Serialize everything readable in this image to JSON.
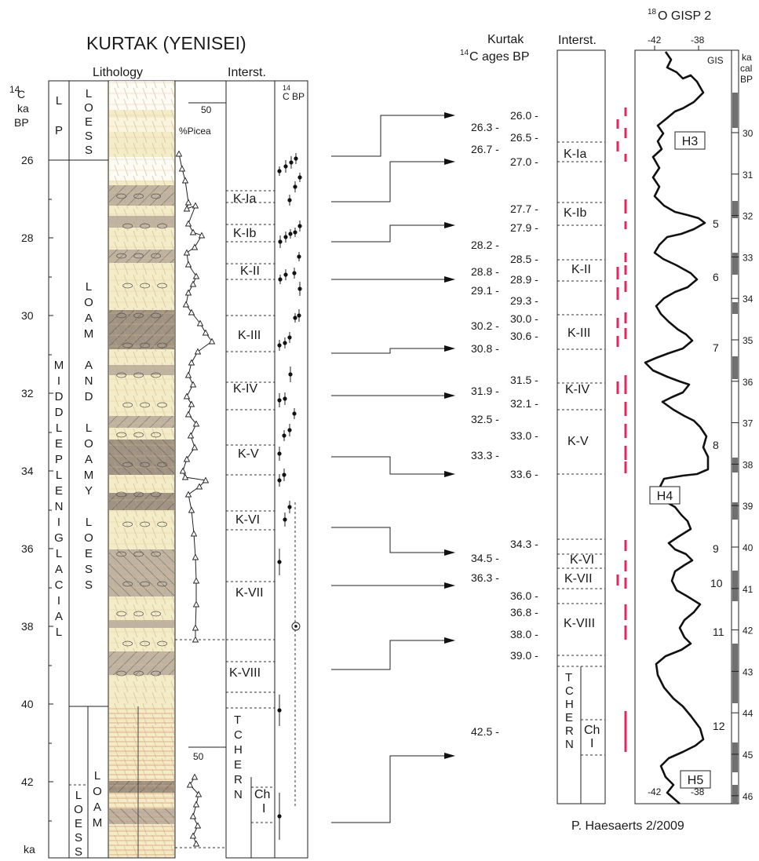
{
  "title": "KURTAK (YENISEI)",
  "headers": {
    "lithology": "Lithology",
    "interst_left": "Interst.",
    "c14_top": "14",
    "c14_bottom": "C BP",
    "axis_sup": "14",
    "axis_unit_1": "C",
    "axis_unit_2": "ka",
    "axis_unit_3": "BP",
    "axis_bottom": "ka",
    "picea_tick": "50",
    "picea_label": "%Picea",
    "picea_tick2": "50",
    "kurtak_title_1": "Kurtak",
    "kurtak_title_sup": "14",
    "kurtak_title_2": "C ages BP",
    "interst_right": "Interst.",
    "gisp_sup": "18",
    "gisp_title": "O GISP 2",
    "gis": "GIS",
    "kacal_1": "ka",
    "kacal_2": "cal",
    "kacal_3": "BP",
    "gisp_tick_left": "-42",
    "gisp_tick_right": "-38",
    "credit": "P. Haesaerts 2/2009"
  },
  "left_axis_ticks": [
    "26",
    "28",
    "30",
    "32",
    "34",
    "36",
    "38",
    "40",
    "42"
  ],
  "stratigraphy": {
    "lp": [
      "L",
      "P"
    ],
    "loess_top": [
      "L",
      "O",
      "E",
      "S",
      "S"
    ],
    "middle_pleniglacial": [
      "M",
      "I",
      "D",
      "D",
      "L",
      "E",
      "P",
      "L",
      "E",
      "N",
      "I",
      "G",
      "L",
      "A",
      "C",
      "I",
      "A",
      "L"
    ],
    "loam_loess": [
      "L",
      "O",
      "A",
      "M",
      " ",
      "A",
      "N",
      "D",
      " ",
      "L",
      "O",
      "A",
      "M",
      "Y",
      " ",
      "L",
      "O",
      "E",
      "S",
      "S"
    ],
    "loam_bottom": [
      "L",
      "O",
      "A",
      "M"
    ],
    "loess_bottom": [
      "L",
      "O",
      "E",
      "S",
      "S"
    ]
  },
  "left_interstadials": [
    "K-Ia",
    "K-Ib",
    "K-II",
    "K-III",
    "K-IV",
    "K-V",
    "K-VI",
    "K-VII",
    "K-VIII",
    "Ch",
    "I"
  ],
  "tchern_left": [
    "T",
    "C",
    "H",
    "E",
    "R",
    "N"
  ],
  "ages_right": [
    "26.0 -",
    "26.5 -",
    "27.0 -",
    "27.7 -",
    "27.9 -",
    "28.5 -",
    "28.9 -",
    "29.3 -",
    "30.0 -",
    "30.6 -",
    "31.5 -",
    "32.1 -",
    "33.0 -",
    "33.6 -",
    "34.3 -",
    "36.0 -",
    "36.8 -",
    "38.0 -",
    "39.0 -"
  ],
  "ages_left": [
    "26.3 -",
    "26.7 -",
    "28.2 -",
    "28.8 -",
    "29.1 -",
    "30.2 -",
    "30.8 -",
    "31.9 -",
    "32.5 -",
    "33.3 -",
    "34.5 -",
    "36.3 -",
    "42.5 -"
  ],
  "right_interstadials": [
    "K-Ia",
    "K-Ib",
    "K-II",
    "K-III",
    "K-IV",
    "K-V",
    "K-VI",
    "K-VII",
    "K-VIII",
    "Ch",
    "I"
  ],
  "tchern_right": [
    "T",
    "C",
    "H",
    "E",
    "R",
    "N"
  ],
  "heinrich": [
    "H3",
    "H4",
    "H5"
  ],
  "gis_numbers": [
    "5",
    "6",
    "7",
    "8",
    "9",
    "10",
    "11",
    "12"
  ],
  "cal_ticks": [
    "30",
    "31",
    "32",
    "33",
    "34",
    "35",
    "36",
    "37",
    "38",
    "39",
    "40",
    "41",
    "42",
    "43",
    "44",
    "45",
    "46"
  ],
  "colors": {
    "red": "#e8245c",
    "sediment": "#f4ecc6",
    "dark_soil": "#8c7d72",
    "mid_soil": "#b3a597"
  }
}
